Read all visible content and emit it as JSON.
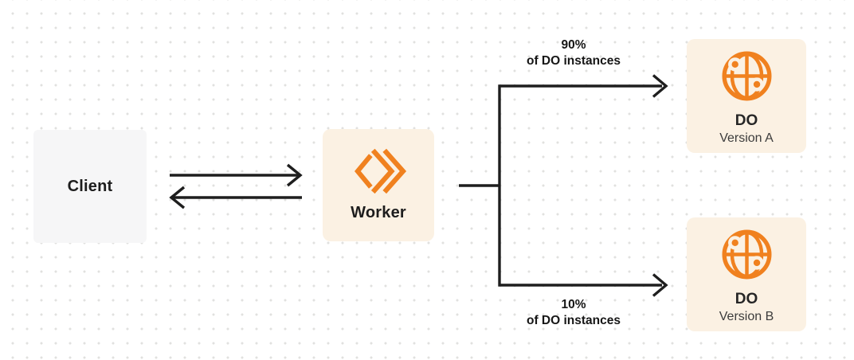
{
  "diagram": {
    "client": {
      "label": "Client"
    },
    "worker": {
      "label": "Worker"
    },
    "do_version_a": {
      "title": "DO",
      "subtitle": "Version A"
    },
    "do_version_b": {
      "title": "DO",
      "subtitle": "Version B"
    },
    "route_a_label": {
      "line1": "90%",
      "line2": "of DO instances"
    },
    "route_b_label": {
      "line1": "10%",
      "line2": "of DO instances"
    },
    "colors": {
      "accent_orange": "#F0811F",
      "card_cream": "#FBF1E3",
      "card_gray": "#F6F6F7",
      "connector_black": "#1E1E1E"
    }
  }
}
